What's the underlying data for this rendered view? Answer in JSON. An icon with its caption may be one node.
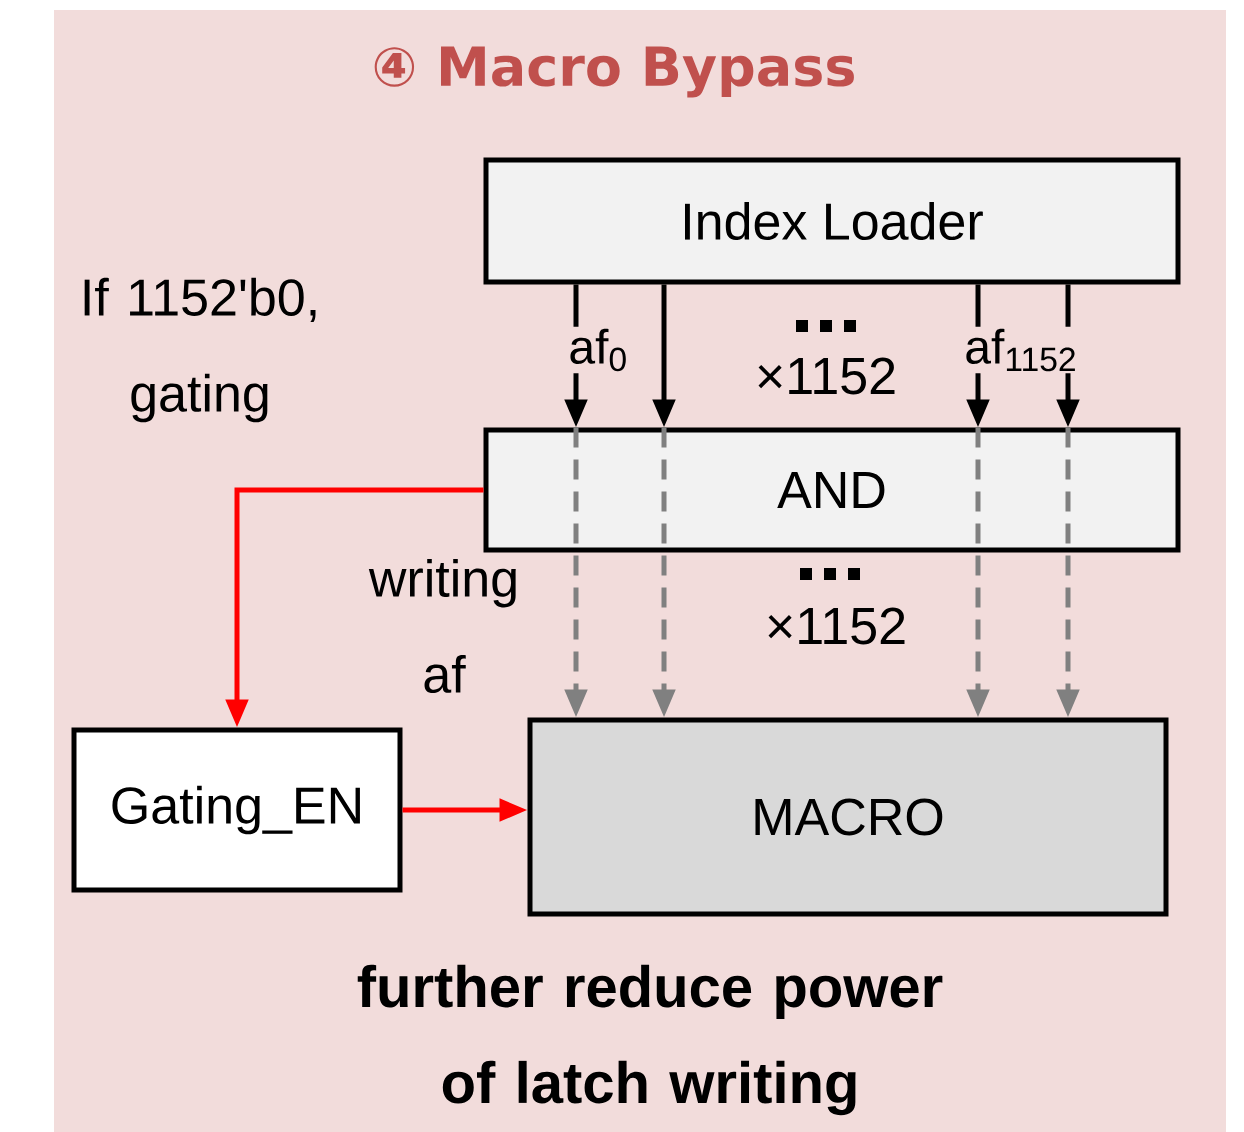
{
  "diagram": {
    "title": "④ Macro Bypass",
    "caption": "further reduce power of latch writing",
    "nodes": [
      {
        "text": [
          "Index Loader"
        ]
      },
      {
        "text": [
          "AND"
        ]
      },
      {
        "text": [
          "Gating_EN"
        ]
      },
      {
        "text": [
          "MACRO"
        ]
      }
    ],
    "edges": [
      {
        "from": 0,
        "to": 1,
        "arrow": "to",
        "label": "af$_{0}$"
      },
      {
        "from": 0,
        "to": 1,
        "arrow": "to"
      },
      {
        "from": 0,
        "to": 1,
        "arrow": "to"
      },
      {
        "from": 0,
        "to": 1,
        "arrow": "to",
        "label": "af$_{1152}$"
      },
      {
        "from": 1,
        "to": 3,
        "arrow": "to",
        "style": "dashed",
        "color": "#808080"
      },
      {
        "from": 1,
        "to": 3,
        "arrow": "to",
        "style": "dashed",
        "color": "#808080"
      },
      {
        "from": 1,
        "to": 3,
        "arrow": "to",
        "style": "dashed",
        "color": "#808080"
      },
      {
        "from": 1,
        "to": 3,
        "arrow": "to",
        "style": "dashed",
        "color": "#808080"
      },
      {
        "from": 1,
        "to": 2,
        "arrow": "to",
        "color": "#ff0000"
      },
      {
        "from": 2,
        "to": 3,
        "arrow": "to",
        "color": "#ff0000"
      }
    ],
    "labels": [
      "If 1152'b0, gating",
      "×1152",
      "writing af",
      "×1152"
    ]
  }
}
